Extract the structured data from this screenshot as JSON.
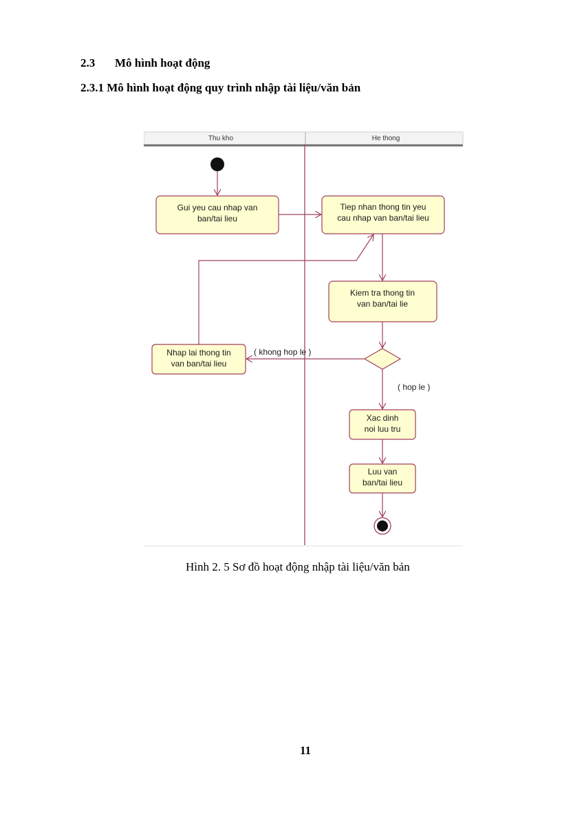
{
  "section": {
    "number": "2.3",
    "title": "Mô hình hoạt động"
  },
  "subsection": {
    "title": "2.3.1 Mô hình hoạt động quy trình nhập tài liệu/văn bản"
  },
  "diagram": {
    "lanes": [
      "Thu kho",
      "He thong"
    ],
    "nodes": {
      "gui": [
        "Gui yeu cau nhap van",
        "ban/tai lieu"
      ],
      "tiep": [
        "Tiep nhan thong tin yeu",
        "cau nhap van ban/tai lieu"
      ],
      "kiem": [
        "Kiem tra thong tin",
        "van ban/tai lie"
      ],
      "nhap": [
        "Nhap lai thong tin",
        "van ban/tai lieu"
      ],
      "xac": [
        "Xac dinh",
        "noi luu tru"
      ],
      "luu": [
        "Luu van",
        "ban/tai lieu"
      ]
    },
    "guards": {
      "invalid": "( khong hop le )",
      "valid": "( hop le )"
    },
    "colors": {
      "node_fill": "#fefed0",
      "line": "#a0405a"
    }
  },
  "caption": "Hình 2. 5 Sơ đồ hoạt động nhập tài liệu/văn bản",
  "page_number": "11"
}
